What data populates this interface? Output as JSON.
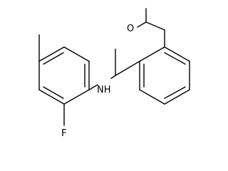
{
  "molecule": {
    "atoms": {
      "fluorine": "F",
      "amine": "NH",
      "oxygen": "O"
    },
    "substituents": [
      "F",
      "NH",
      "O"
    ]
  }
}
